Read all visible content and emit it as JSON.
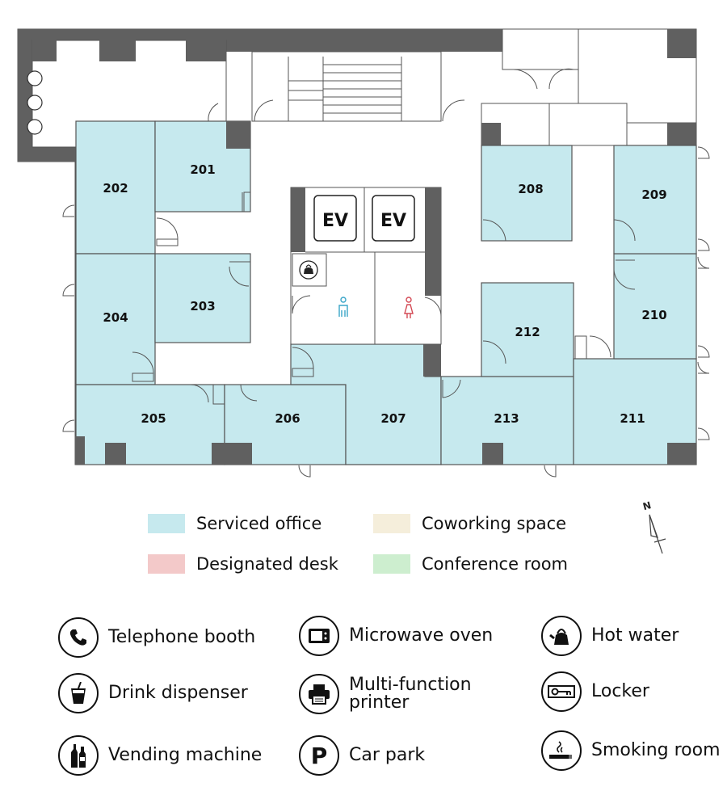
{
  "colors": {
    "serviced": "#c6e9ee",
    "coworking": "#f5eedb",
    "designated": "#f3c9c9",
    "conference": "#cdeecf",
    "wall": "#606060",
    "line": "#555555",
    "men": "#3aa5c8",
    "women": "#d44a55"
  },
  "rooms": {
    "r201": "201",
    "r202": "202",
    "r203": "203",
    "r204": "204",
    "r205": "205",
    "r206": "206",
    "r207": "207",
    "r208": "208",
    "r209": "209",
    "r210": "210",
    "r211": "211",
    "r212": "212",
    "r213": "213"
  },
  "elevators": [
    "EV",
    "EV"
  ],
  "legend": {
    "serviced": "Serviced office",
    "coworking": "Coworking space",
    "designated": "Designated desk",
    "conference": "Conference room"
  },
  "compass": {
    "label": "N"
  },
  "amenities": {
    "telephone": {
      "label": "Telephone booth",
      "icon": "telephone-icon"
    },
    "microwave": {
      "label": "Microwave oven",
      "icon": "microwave-icon"
    },
    "hotwater": {
      "label": "Hot water",
      "icon": "kettle-icon"
    },
    "drink": {
      "label": "Drink dispenser",
      "icon": "cup-icon"
    },
    "printer": {
      "label_line1": "Multi-function",
      "label_line2": "printer",
      "icon": "printer-icon"
    },
    "locker": {
      "label": "Locker",
      "icon": "key-icon"
    },
    "vending": {
      "label": "Vending machine",
      "icon": "bottles-icon"
    },
    "carpark": {
      "label": "Car park",
      "icon": "parking-icon",
      "glyph": "P"
    },
    "smoking": {
      "label": "Smoking room",
      "icon": "cigarette-icon"
    }
  }
}
